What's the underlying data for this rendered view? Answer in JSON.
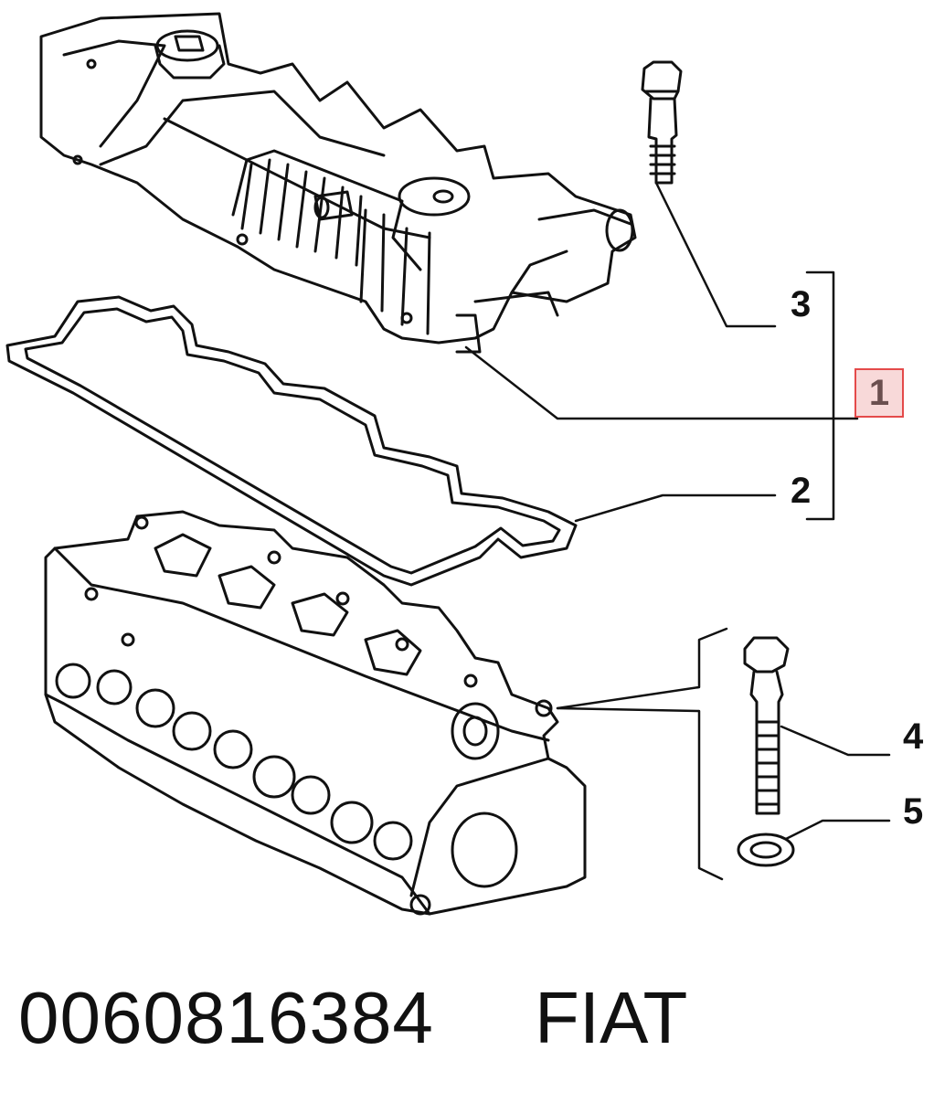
{
  "callouts": {
    "c1": "1",
    "c2": "2",
    "c3": "3",
    "c4": "4",
    "c5": "5"
  },
  "footer": {
    "part_number": "0060816384",
    "brand": "FIAT"
  },
  "colors": {
    "line": "#111111",
    "highlight_fill": "#f8d9d9",
    "highlight_border": "#e44a4a"
  }
}
